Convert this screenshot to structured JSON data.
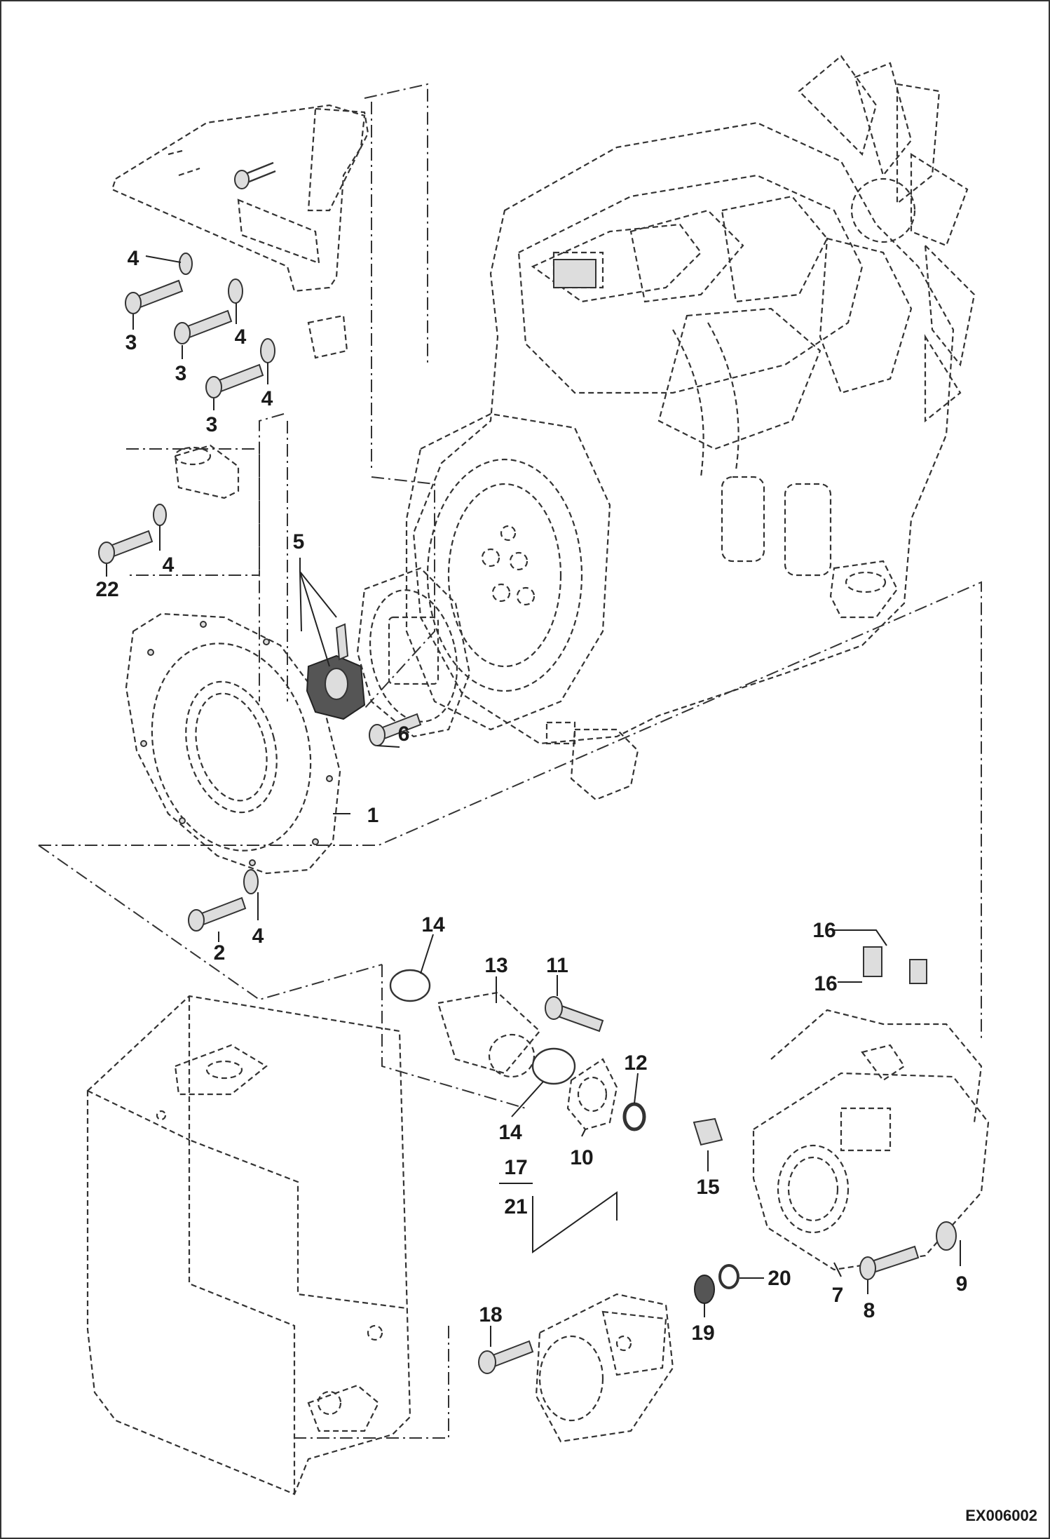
{
  "figure_code": "EX006002",
  "callouts": {
    "c1": "1",
    "c2": "2",
    "c3a": "3",
    "c3b": "3",
    "c3c": "3",
    "c4a": "4",
    "c4b": "4",
    "c4c": "4",
    "c4d": "4",
    "c4e": "4",
    "c5": "5",
    "c6": "6",
    "c7": "7",
    "c8": "8",
    "c9": "9",
    "c10": "10",
    "c11": "11",
    "c12": "12",
    "c13": "13",
    "c14a": "14",
    "c14b": "14",
    "c15": "15",
    "c16a": "16",
    "c16b": "16",
    "c17": "17",
    "c18": "18",
    "c19": "19",
    "c20": "20",
    "c21": "21",
    "c22": "22"
  }
}
